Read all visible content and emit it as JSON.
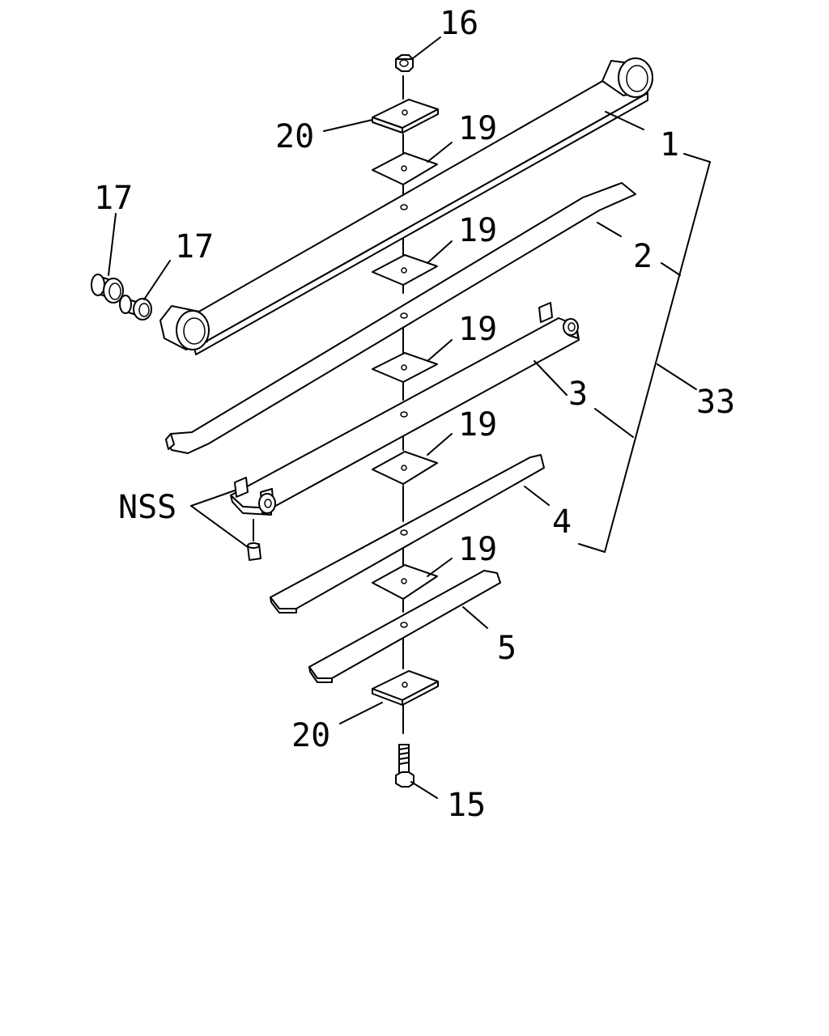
{
  "labels": {
    "nut": "16",
    "plate_top": "20",
    "pad_1": "19",
    "pad_2": "19",
    "pad_3": "19",
    "pad_4": "19",
    "pad_5": "19",
    "bushing_outer": "17",
    "bushing_inner": "17",
    "leaf_1": "1",
    "leaf_2": "2",
    "leaf_3": "3",
    "leaf_4": "4",
    "leaf_5": "5",
    "assembly": "33",
    "not_serviced": "NSS",
    "plate_bottom": "20",
    "bolt": "15"
  }
}
